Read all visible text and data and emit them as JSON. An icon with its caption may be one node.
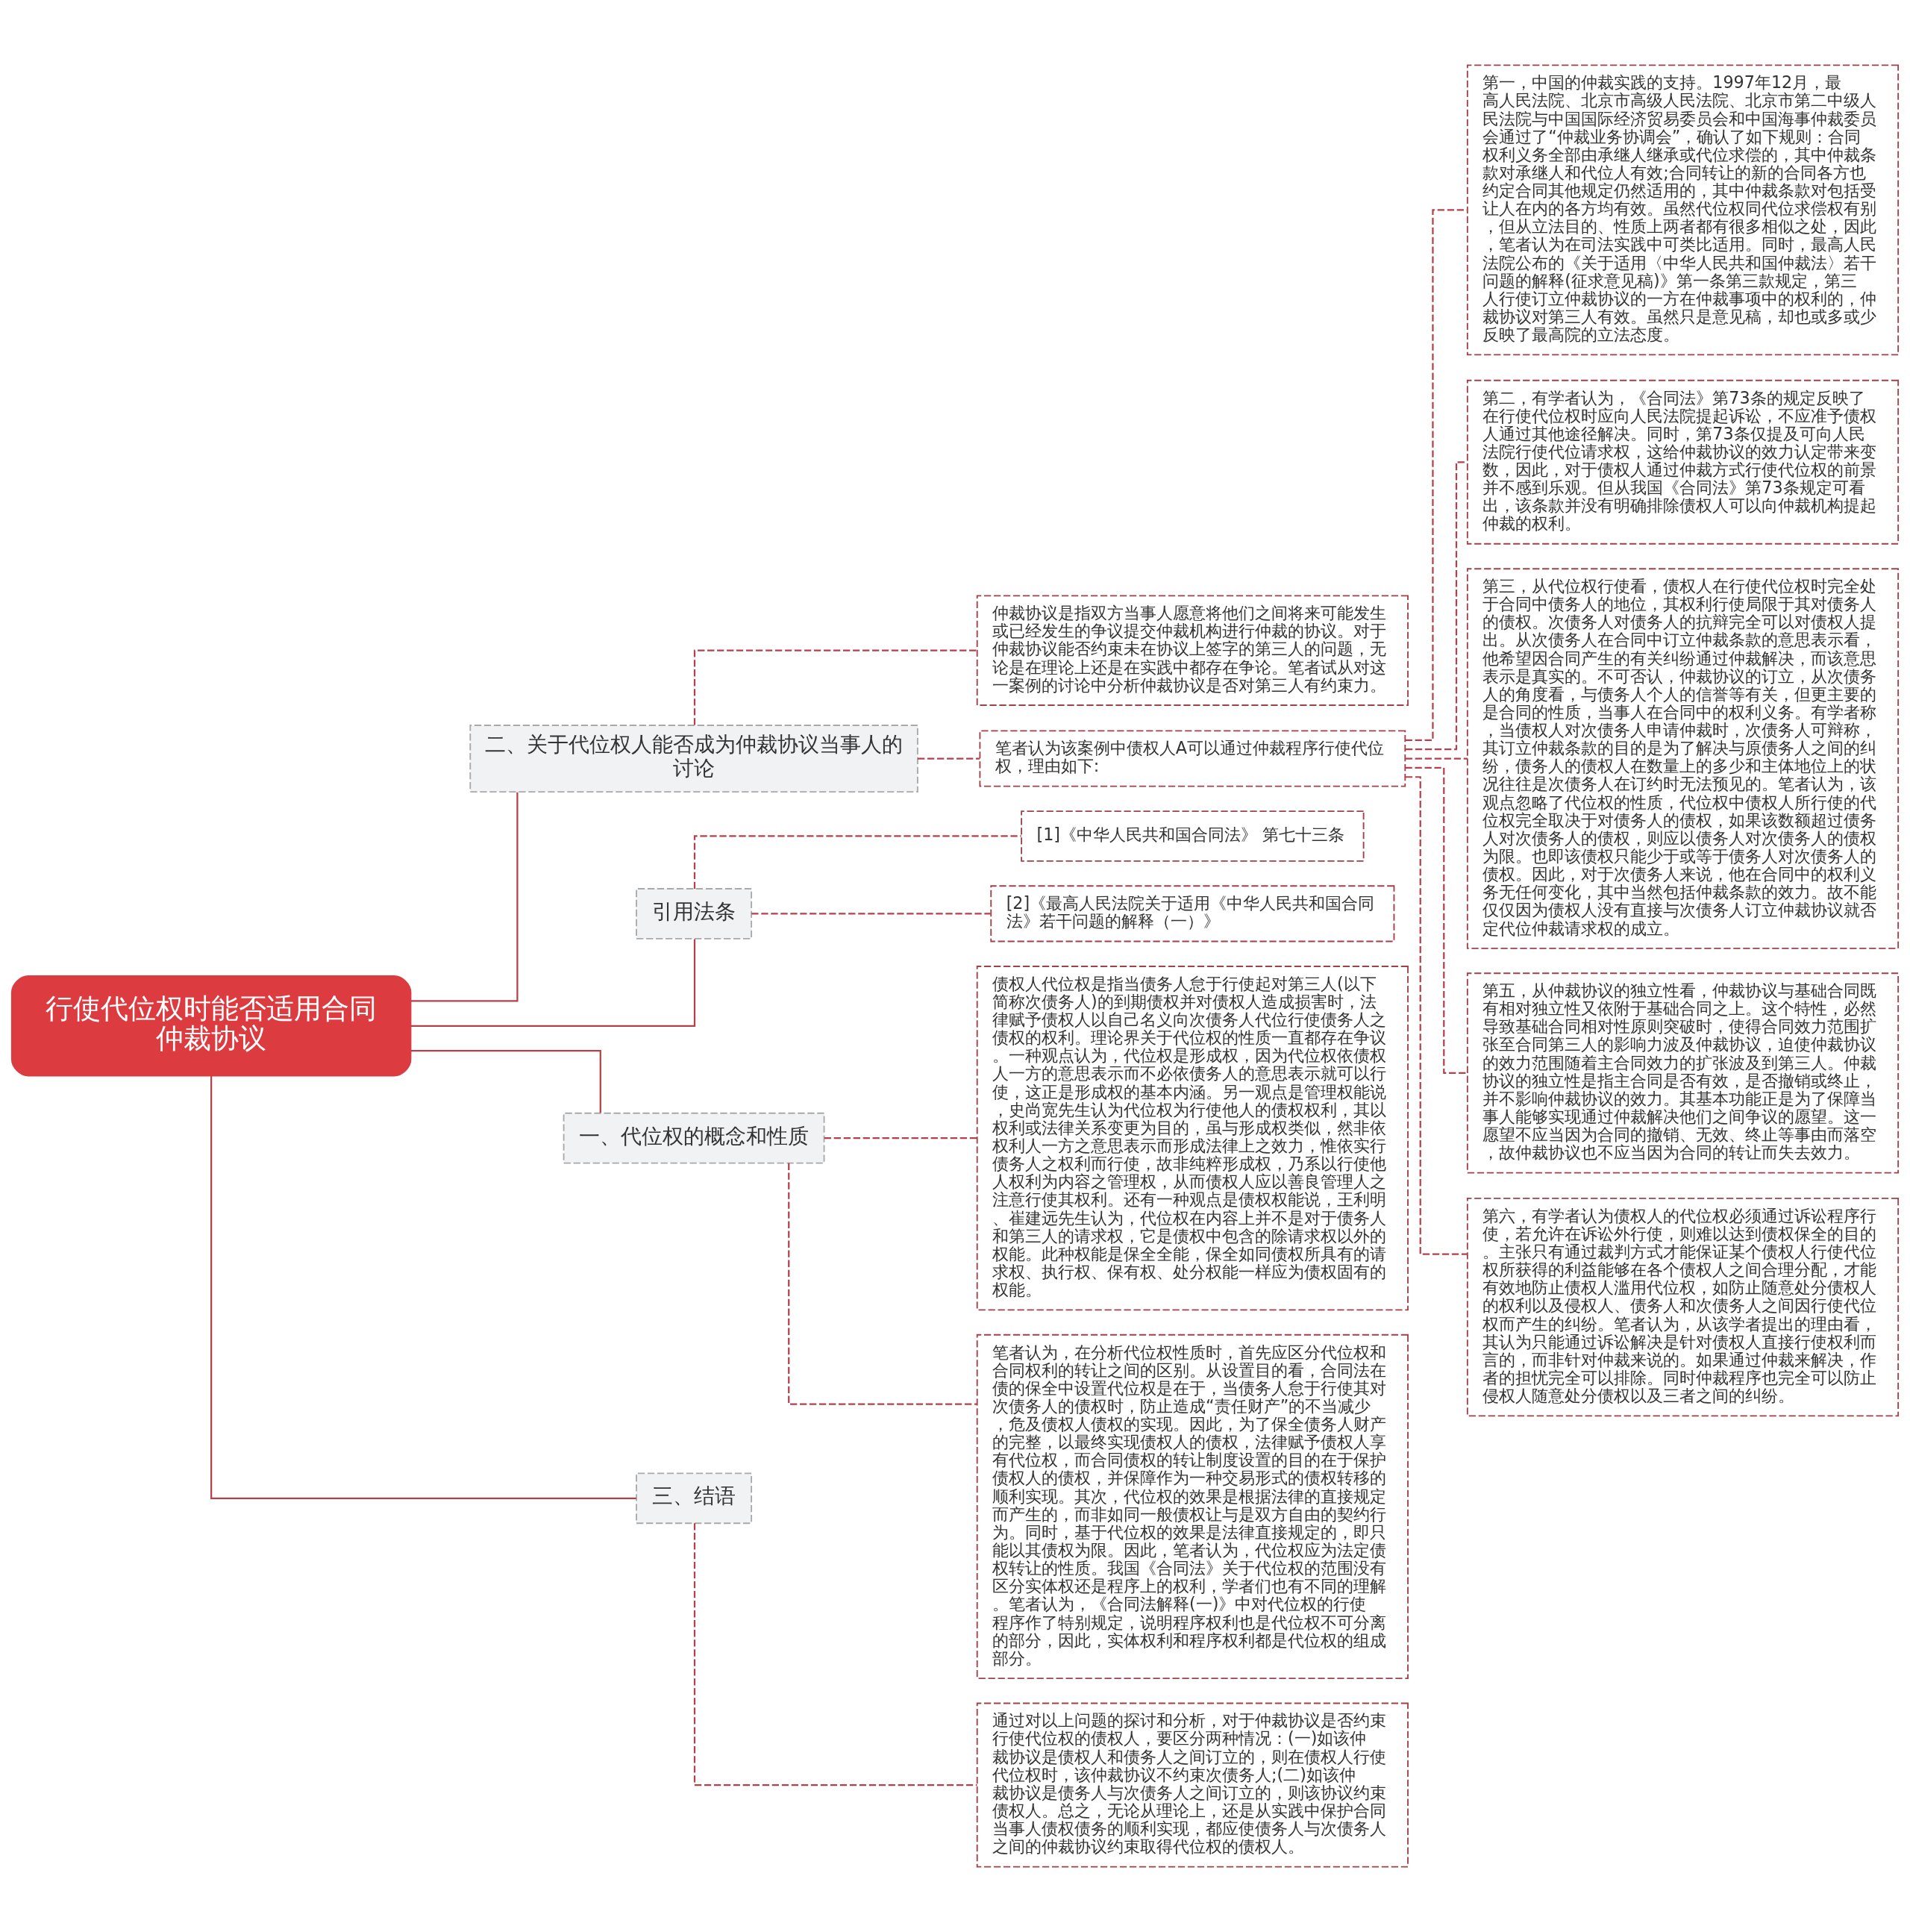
{
  "diagram": {
    "nodes": [
      {
        "text": [
          "行使代位权时能否适用合同仲裁协议"
        ]
      },
      {
        "text": [
          "二、关于代位权人能否成为仲裁协议当事人的讨论"
        ]
      },
      {
        "text": [
          "仲裁协议是指双方当事人愿意将他们之间将来可能发生或已经发生的争议提交仲裁机构进行仲裁的协议。对于仲裁协议能否约束未在协议上签字的第三人的问题，无论是在理论上还是在实践中都存在争论。笔者试从对这一案例的讨论中分析仲裁协议是否对第三人有约束力。"
        ]
      },
      {
        "text": [
          "笔者认为该案例中债权人A可以通过仲裁程序行使代位权，理由如下:"
        ]
      },
      {
        "text": [
          "第一，中国的仲裁实践的支持。1997年12月，最高人民法院、北京市高级人民法院、北京市第二中级人民法院与中国国际经济贸易委员会和中国海事仲裁委员会通过了“仲裁业务协调会”，确认了如下规则：合同权利义务全部由承继人继承或代位求偿的，其中仲裁条款对承继人和代位人有效;合同转让的新的合同各方也约定合同其他规定仍然适用的，其中仲裁条款对包括受让人在内的各方均有效。虽然代位权同代位求偿权有别，但从立法目的、性质上两者都有很多相似之处，因此，笔者认为在司法实践中可类比适用。同时，最高人民法院公布的《关于适用〈中华人民共和国仲裁法〉若干问题的解释(征求意见稿)》第一条第三款规定，第三人行使订立仲裁协议的一方在仲裁事项中的权利的，仲裁协议对第三人有效。虽然只是意见稿，却也或多或少反映了最高院的立法态度。"
        ]
      },
      {
        "text": [
          "第二，有学者认为，《合同法》第73条的规定反映了在行使代位权时应向人民法院提起诉讼，不应准予债权人通过其他途径解决。同时，第73条仅提及可向人民法院行使代位请求权，这给仲裁协议的效力认定带来变数，因此，对于债权人通过仲裁方式行使代位权的前景并不感到乐观。但从我国《合同法》第73条规定可看出，该条款并没有明确排除债权人可以向仲裁机构提起仲裁的权利。"
        ]
      },
      {
        "text": [
          "第三，从代位权行使看，债权人在行使代位权时完全处于合同中债务人的地位，其权利行使局限于其对债务人的债权。次债务人对债务人的抗辩完全可以对债权人提出。从次债务人在合同中订立仲裁条款的意思表示看，他希望因合同产生的有关纠纷通过仲裁解决，而该意思表示是真实的。不可否认，仲裁协议的订立，从次债务人的角度看，与债务人个人的信誉等有关，但更主要的是合同的性质，当事人在合同中的权利义务。有学者称，当债权人对次债务人申请仲裁时，次债务人可辩称，其订立仲裁条款的目的是为了解决与原债务人之间的纠纷，债务人的债权人在数量上的多少和主体地位上的状况往往是次债务人在订约时无法预见的。笔者认为，该观点忽略了代位权的性质，代位权中债权人所行使的代位权完全取决于对债务人的债权，如果该数额超过债务人对次债务人的债权，则应以债务人对次债务人的债权为限。也即该债权只能少于或等于债务人对次债务人的债权。因此，对于次债务人来说，他在合同中的权利义务无任何变化，其中当然包括仲裁条款的效力。故不能仅仅因为债权人没有直接与次债务人订立仲裁协议就否定代位仲裁请求权的成立。"
        ]
      },
      {
        "text": [
          "第五，从仲裁协议的独立性看，仲裁协议与基础合同既有相对独立性又依附于基础合同之上。这个特性，必然导致基础合同相对性原则突破时，使得合同效力范围扩张至合同第三人的影响力波及仲裁协议，迫使仲裁协议的效力范围随着主合同效力的扩张波及到第三人。仲裁协议的独立性是指主合同是否有效，是否撤销或终止，并不影响仲裁协议的效力。其基本功能正是为了保障当事人能够实现通过仲裁解决他们之间争议的愿望。这一愿望不应当因为合同的撤销、无效、终止等事由而落空，故仲裁协议也不应当因为合同的转让而失去效力。"
        ]
      },
      {
        "text": [
          "第六，有学者认为债权人的代位权必须通过诉讼程序行使，若允许在诉讼外行使，则难以达到债权保全的目的。主张只有通过裁判方式才能保证某个债权人行使代位权所获得的利益能够在各个债权人之间合理分配，才能有效地防止债权人滥用代位权，如防止随意处分债权人的权利以及侵权人、债务人和次债务人之间因行使代位权而产生的纠纷。笔者认为，从该学者提出的理由看，其认为只能通过诉讼解决是针对债权人直接行使权利而言的，而非针对仲裁来说的。如果通过仲裁来解决，作者的担忧完全可以排除。同时仲裁程序也完全可以防止侵权人随意处分债权以及三者之间的纠纷。"
        ]
      },
      {
        "text": [
          "引用法条"
        ]
      },
      {
        "text": [
          "[1]《中华人民共和国合同法》 第七十三条"
        ]
      },
      {
        "text": [
          "[2]《最高人民法院关于适用《中华人民共和国合同法》若干问题的解释（一）》"
        ]
      },
      {
        "text": [
          "一、代位权的概念和性质"
        ]
      },
      {
        "text": [
          "债权人代位权是指当债务人怠于行使起对第三人(以下简称次债务人)的到期债权并对债权人造成损害时，法律赋予债权人以自己名义向次债务人代位行使债务人之债权的权利。理论界关于代位权的性质一直都存在争议。一种观点认为，代位权是形成权，因为代位权依债权人一方的意思表示而不必依债务人的意思表示就可以行使，这正是形成权的基本内涵。另一观点是管理权能说，史尚宽先生认为代位权为行使他人的债权权利，其以权利或法律关系变更为目的，虽与形成权类似，然非依权利人一方之意思表示而形成法律上之效力，惟依实行债务人之权利而行使，故非纯粹形成权，乃系以行使他人权利为内容之管理权，从而债权人应以善良管理人之注意行使其权利。还有一种观点是债权权能说，王利明、崔建远先生认为，代位权在内容上并不是对于债务人和第三人的请求权，它是债权中包含的除请求权以外的权能。此种权能是保全全能，保全如同债权所具有的请求权、执行权、保有权、处分权能一样应为债权固有的权能。"
        ]
      },
      {
        "text": [
          "笔者认为，在分析代位权性质时，首先应区分代位权和合同权利的转让之间的区别。从设置目的看，合同法在债的保全中设置代位权是在于，当债务人怠于行使其对次债务人的债权时，防止造成“责任财产”的不当减少，危及债权人债权的实现。因此，为了保全债务人财产的完整，以最终实现债权人的债权，法律赋予债权人享有代位权，而合同债权的转让制度设置的目的在于保护债权人的债权，并保障作为一种交易形式的债权转移的顺利实现。其次，代位权的效果是根据法律的直接规定而产生的，而非如同一般债权让与是双方自由的契约行为。同时，基于代位权的效果是法律直接规定的，即只能以其债权为限。因此，笔者认为，代位权应为法定债权转让的性质。我国《合同法》关于代位权的范围没有区分实体权还是程序上的权利，学者们也有不同的理解。笔者认为，《合同法解释(一)》中对代位权的行使程序作了特别规定，说明程序权利也是代位权不可分离的部分，因此，实体权利和程序权利都是代位权的组成部分。"
        ]
      },
      {
        "text": [
          "三、结语"
        ]
      },
      {
        "text": [
          "通过对以上问题的探讨和分析，对于仲裁协议是否约束行使代位权的债权人，要区分两种情况：(一)如该仲裁协议是债权人和债务人之间订立的，则在债权人行使代位权时，该仲裁协议不约束次债务人;(二)如该仲裁协议是债务人与次债务人之间订立的，则该协议约束债权人。总之，无论从理论上，还是从实践中保护合同当事人债权债务的顺利实现，都应使债务人与次债务人之间的仲裁协议约束取得代位权的债权人。"
        ]
      }
    ],
    "edges": [
      {
        "from": 0,
        "to": 1,
        "arrow": "none"
      },
      {
        "from": 1,
        "to": 2,
        "arrow": "none",
        "style": "dashed"
      },
      {
        "from": 1,
        "to": 3,
        "arrow": "none",
        "style": "dashed"
      },
      {
        "from": 3,
        "to": 4,
        "arrow": "none",
        "style": "dashed"
      },
      {
        "from": 3,
        "to": 5,
        "arrow": "none",
        "style": "dashed"
      },
      {
        "from": 3,
        "to": 6,
        "arrow": "none",
        "style": "dashed"
      },
      {
        "from": 3,
        "to": 7,
        "arrow": "none",
        "style": "dashed"
      },
      {
        "from": 3,
        "to": 8,
        "arrow": "none",
        "style": "dashed"
      },
      {
        "from": 0,
        "to": 9,
        "arrow": "none"
      },
      {
        "from": 9,
        "to": 10,
        "arrow": "none",
        "style": "dashed"
      },
      {
        "from": 9,
        "to": 11,
        "arrow": "none",
        "style": "dashed"
      },
      {
        "from": 0,
        "to": 12,
        "arrow": "none"
      },
      {
        "from": 12,
        "to": 13,
        "arrow": "none",
        "style": "dashed"
      },
      {
        "from": 12,
        "to": 14,
        "arrow": "none",
        "style": "dashed"
      },
      {
        "from": 0,
        "to": 15,
        "arrow": "none"
      },
      {
        "from": 15,
        "to": 16,
        "arrow": "none",
        "style": "dashed"
      }
    ]
  }
}
